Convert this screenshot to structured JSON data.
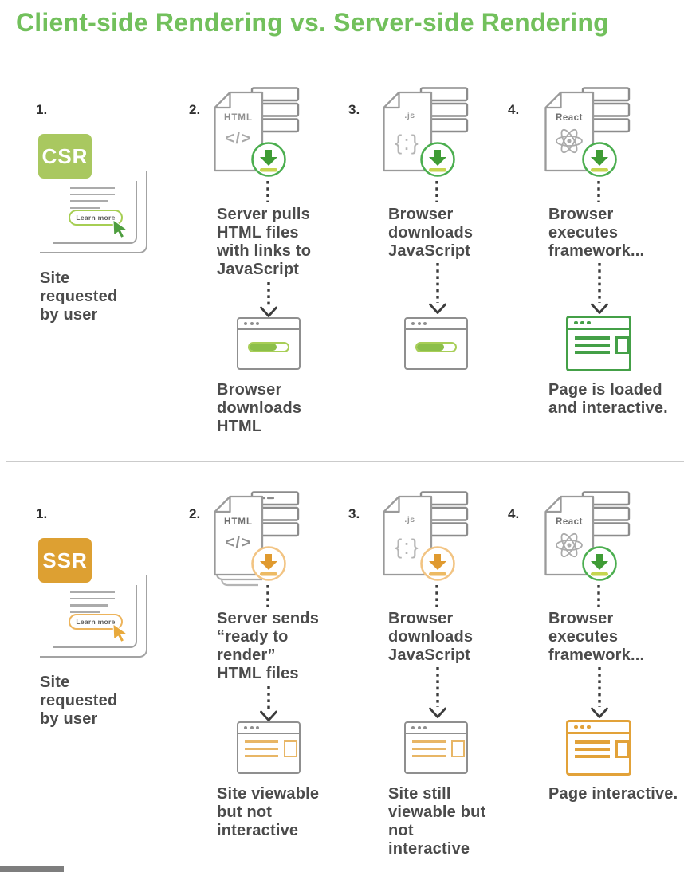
{
  "title": "Client-side Rendering vs. Server-side Rendering",
  "learn_more": "Learn more",
  "csr": {
    "badge": "CSR",
    "nums": [
      "1.",
      "2.",
      "3.",
      "4."
    ],
    "step1_caption": "Site requested by user",
    "html_file": {
      "label": "HTML",
      "glyph": "</>"
    },
    "js_file": {
      "label": ".js",
      "glyph": "{:}"
    },
    "react_file": {
      "label": "React"
    },
    "step2_caption": "Server pulls HTML files with links to JavaScript",
    "step2_result": "Browser downloads HTML",
    "step3_caption": "Browser downloads JavaScript",
    "step4_caption": "Browser executes framework...",
    "step4_result": "Page is loaded and interactive."
  },
  "ssr": {
    "badge": "SSR",
    "nums": [
      "1.",
      "2.",
      "3.",
      "4."
    ],
    "step1_caption": "Site requested by user",
    "html_file": {
      "label": "HTML",
      "glyph": "</>"
    },
    "js_file": {
      "label": ".js",
      "glyph": "{:}"
    },
    "react_file": {
      "label": "React"
    },
    "step2_caption": "Server sends “ready to render” HTML files",
    "step2_result": "Site viewable but not interactive",
    "step3_caption": "Browser downloads JavaScript",
    "step4_caption": "Browser executes framework...",
    "step3_result": "Site still viewable but not interactive",
    "step4_result": "Page interactive."
  },
  "colors": {
    "title_green": "#72C05C",
    "csr_badge": "#A9C860",
    "ssr_badge": "#DDA032",
    "download_green_ring": "#4BAE4F",
    "download_green_arrow": "#3F9C35",
    "download_green_bar": "#C6D64F",
    "download_orange_ring": "#F2C483",
    "download_orange_arrow": "#E09A2F",
    "download_orange_bar": "#EDBA62",
    "window_gray": "#8F8F8F",
    "progress_green": "#8CBF4A",
    "window_content_orange": "#E8B666",
    "window_green": "#44A047",
    "window_orange": "#E2A239",
    "caption_text": "#4B4B4B",
    "connector": "#3C3C3C"
  }
}
